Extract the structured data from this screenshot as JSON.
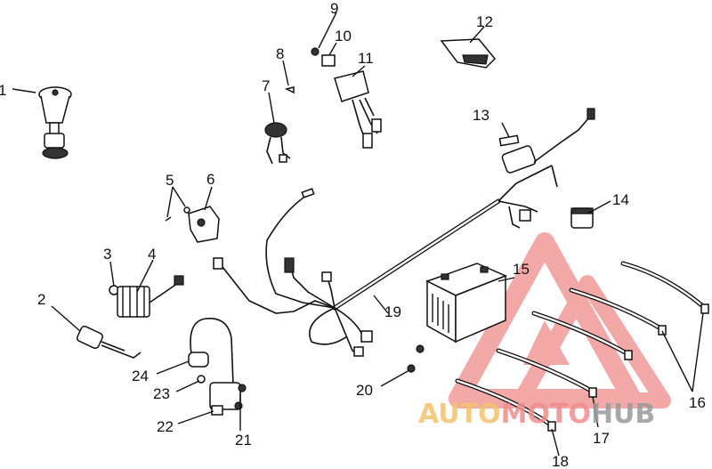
{
  "callouts": [
    {
      "id": "1",
      "text": "1"
    },
    {
      "id": "2",
      "text": "2"
    },
    {
      "id": "3",
      "text": "3"
    },
    {
      "id": "4",
      "text": "4"
    },
    {
      "id": "5",
      "text": "5"
    },
    {
      "id": "6",
      "text": "6"
    },
    {
      "id": "7",
      "text": "7"
    },
    {
      "id": "8",
      "text": "8"
    },
    {
      "id": "9",
      "text": "9"
    },
    {
      "id": "10",
      "text": "10"
    },
    {
      "id": "11",
      "text": "11"
    },
    {
      "id": "12",
      "text": "12"
    },
    {
      "id": "13",
      "text": "13"
    },
    {
      "id": "14",
      "text": "14"
    },
    {
      "id": "15",
      "text": "15"
    },
    {
      "id": "16",
      "text": "16"
    },
    {
      "id": "17",
      "text": "17"
    },
    {
      "id": "18",
      "text": "18"
    },
    {
      "id": "19",
      "text": "19"
    },
    {
      "id": "20",
      "text": "20"
    },
    {
      "id": "21",
      "text": "21"
    },
    {
      "id": "22",
      "text": "22"
    },
    {
      "id": "23",
      "text": "23"
    },
    {
      "id": "24",
      "text": "24"
    }
  ],
  "watermark": {
    "part1": "AUTO",
    "part2": "MOTO",
    "part3": "HUB",
    "color_primary": "#f08c8c",
    "color_secondary": "#f5c26b",
    "color_dark": "#9a9a9a"
  }
}
